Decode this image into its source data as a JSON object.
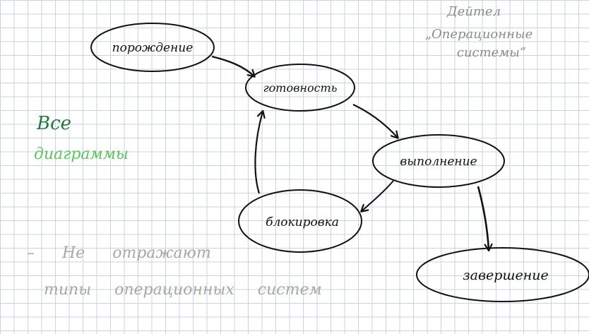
{
  "diagram": {
    "nodes": {
      "creation": {
        "label": "порождение"
      },
      "ready": {
        "label": "готовность"
      },
      "running": {
        "label": "выполнение"
      },
      "blocked": {
        "label": "блокировка"
      },
      "finished": {
        "label": "завершение"
      }
    },
    "edges": [
      {
        "from": "порождение",
        "to": "готовность"
      },
      {
        "from": "готовность",
        "to": "выполнение"
      },
      {
        "from": "выполнение",
        "to": "блокировка"
      },
      {
        "from": "блокировка",
        "to": "готовность"
      },
      {
        "from": "выполнение",
        "to": "завершение"
      }
    ]
  },
  "book_note": {
    "line1": "Дейтел",
    "line2": "„Операционные",
    "line3": "системы“"
  },
  "side_note": {
    "line1": "Все",
    "line2": "диаграммы"
  },
  "remark": {
    "line1": "– Не отражают",
    "line2": "типы операционных систем"
  },
  "colors": {
    "ink": "#111111",
    "grid": "#c9d3e3",
    "dark_green": "#1f7a3a",
    "light_green": "#5cc45a",
    "gray": "#8c8c8c"
  }
}
